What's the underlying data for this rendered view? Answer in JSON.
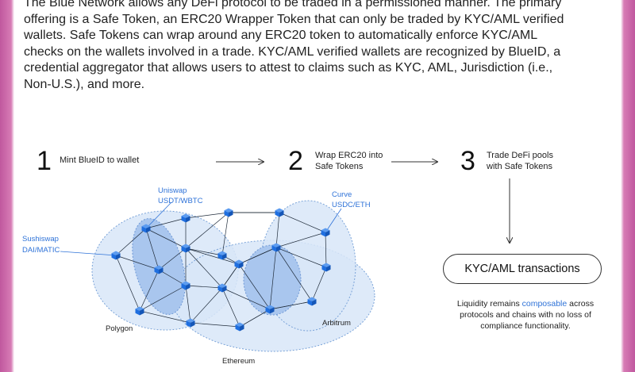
{
  "intro": {
    "line1": "The Blue Network allows any DeFi protocol to be traded in a permissioned manner. The primary",
    "line2": "offering is a Safe Token, an ERC20 Wrapper Token that can only be traded by KYC/AML verified",
    "line3": "wallets. Safe Tokens can wrap around any ERC20 token to automatically enforce KYC/AML",
    "line4": "checks on the wallets involved in a trade. KYC/AML verified wallets are recognized by BlueID, a",
    "line5": "credential aggregator that allows users to attest to claims such as KYC, AML, Jurisdiction (i.e.,",
    "line6": "Non-U.S.), and more."
  },
  "steps": [
    {
      "number": "1",
      "line1": "Mint BlueID to wallet",
      "line2": ""
    },
    {
      "number": "2",
      "line1": "Wrap ERC20 into",
      "line2": "Safe Tokens"
    },
    {
      "number": "3",
      "line1": "Trade DeFi pools",
      "line2": "with Safe Tokens"
    }
  ],
  "networks": {
    "uniswap": {
      "line1": "Uniswap",
      "line2": "USDT/WBTC"
    },
    "curve": {
      "line1": "Curve",
      "line2": "USDC/ETH"
    },
    "sushiswap": {
      "line1": "Sushiswap",
      "line2": "DAI/MATIC"
    }
  },
  "regions": {
    "polygon": "Polygon",
    "arbitrum": "Arbitrum",
    "ethereum": "Ethereum"
  },
  "kyc_box": "KYC/AML transactions",
  "caption": {
    "pre": "Liquidity remains ",
    "highlight": "composable",
    "post": " across",
    "line2": "protocols and chains with no loss of",
    "line3": "compliance functionality."
  },
  "colors": {
    "accent": "#2f73d8",
    "node": "#1f6fe0",
    "cluster_fill": "#cfe0f7",
    "frame": "#c0589e"
  }
}
